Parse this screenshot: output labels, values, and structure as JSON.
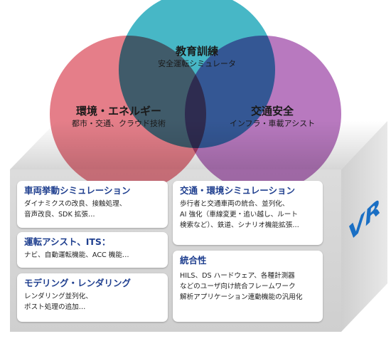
{
  "circles": [
    {
      "title": "教育訓練",
      "subtitle": "安全運転シミュレータ",
      "color": "#33afc0"
    },
    {
      "title": "環境・エネルギー",
      "subtitle": "都市・交通、クラウド技術",
      "color": "#e2707c"
    },
    {
      "title": "交通安全",
      "subtitle": "インフラ・車載アシスト",
      "color": "#b06ab8"
    }
  ],
  "cards": [
    {
      "title": "車両挙動シミュレーション",
      "lines": [
        "ダイナミクスの改良、接触処理、",
        "音声改良、SDK 拡張…"
      ]
    },
    {
      "title": "運転アシスト、ITS：",
      "lines": [
        "ナビ、自動運転機能、ACC 機能…"
      ]
    },
    {
      "title": "モデリング・レンダリング",
      "lines": [
        "レンダリング並列化、",
        "ポスト処理の追加…"
      ]
    },
    {
      "title": "交通・環境シミュレーション",
      "lines": [
        "歩行者と交通車両の統合、並列化、",
        "AI 強化（車線変更・追い越し、ルート",
        "検索など）、鉄道、シナリオ機能拡張…"
      ]
    },
    {
      "title": "統合性",
      "lines": [
        "HILS、DS ハードウェア、各種計測器",
        "などのユーザ向け統合フレームワーク",
        "解析アプリケーション連動機能の汎用化"
      ]
    }
  ],
  "logo": {
    "text": "VR",
    "color": "#1a6fc4"
  }
}
